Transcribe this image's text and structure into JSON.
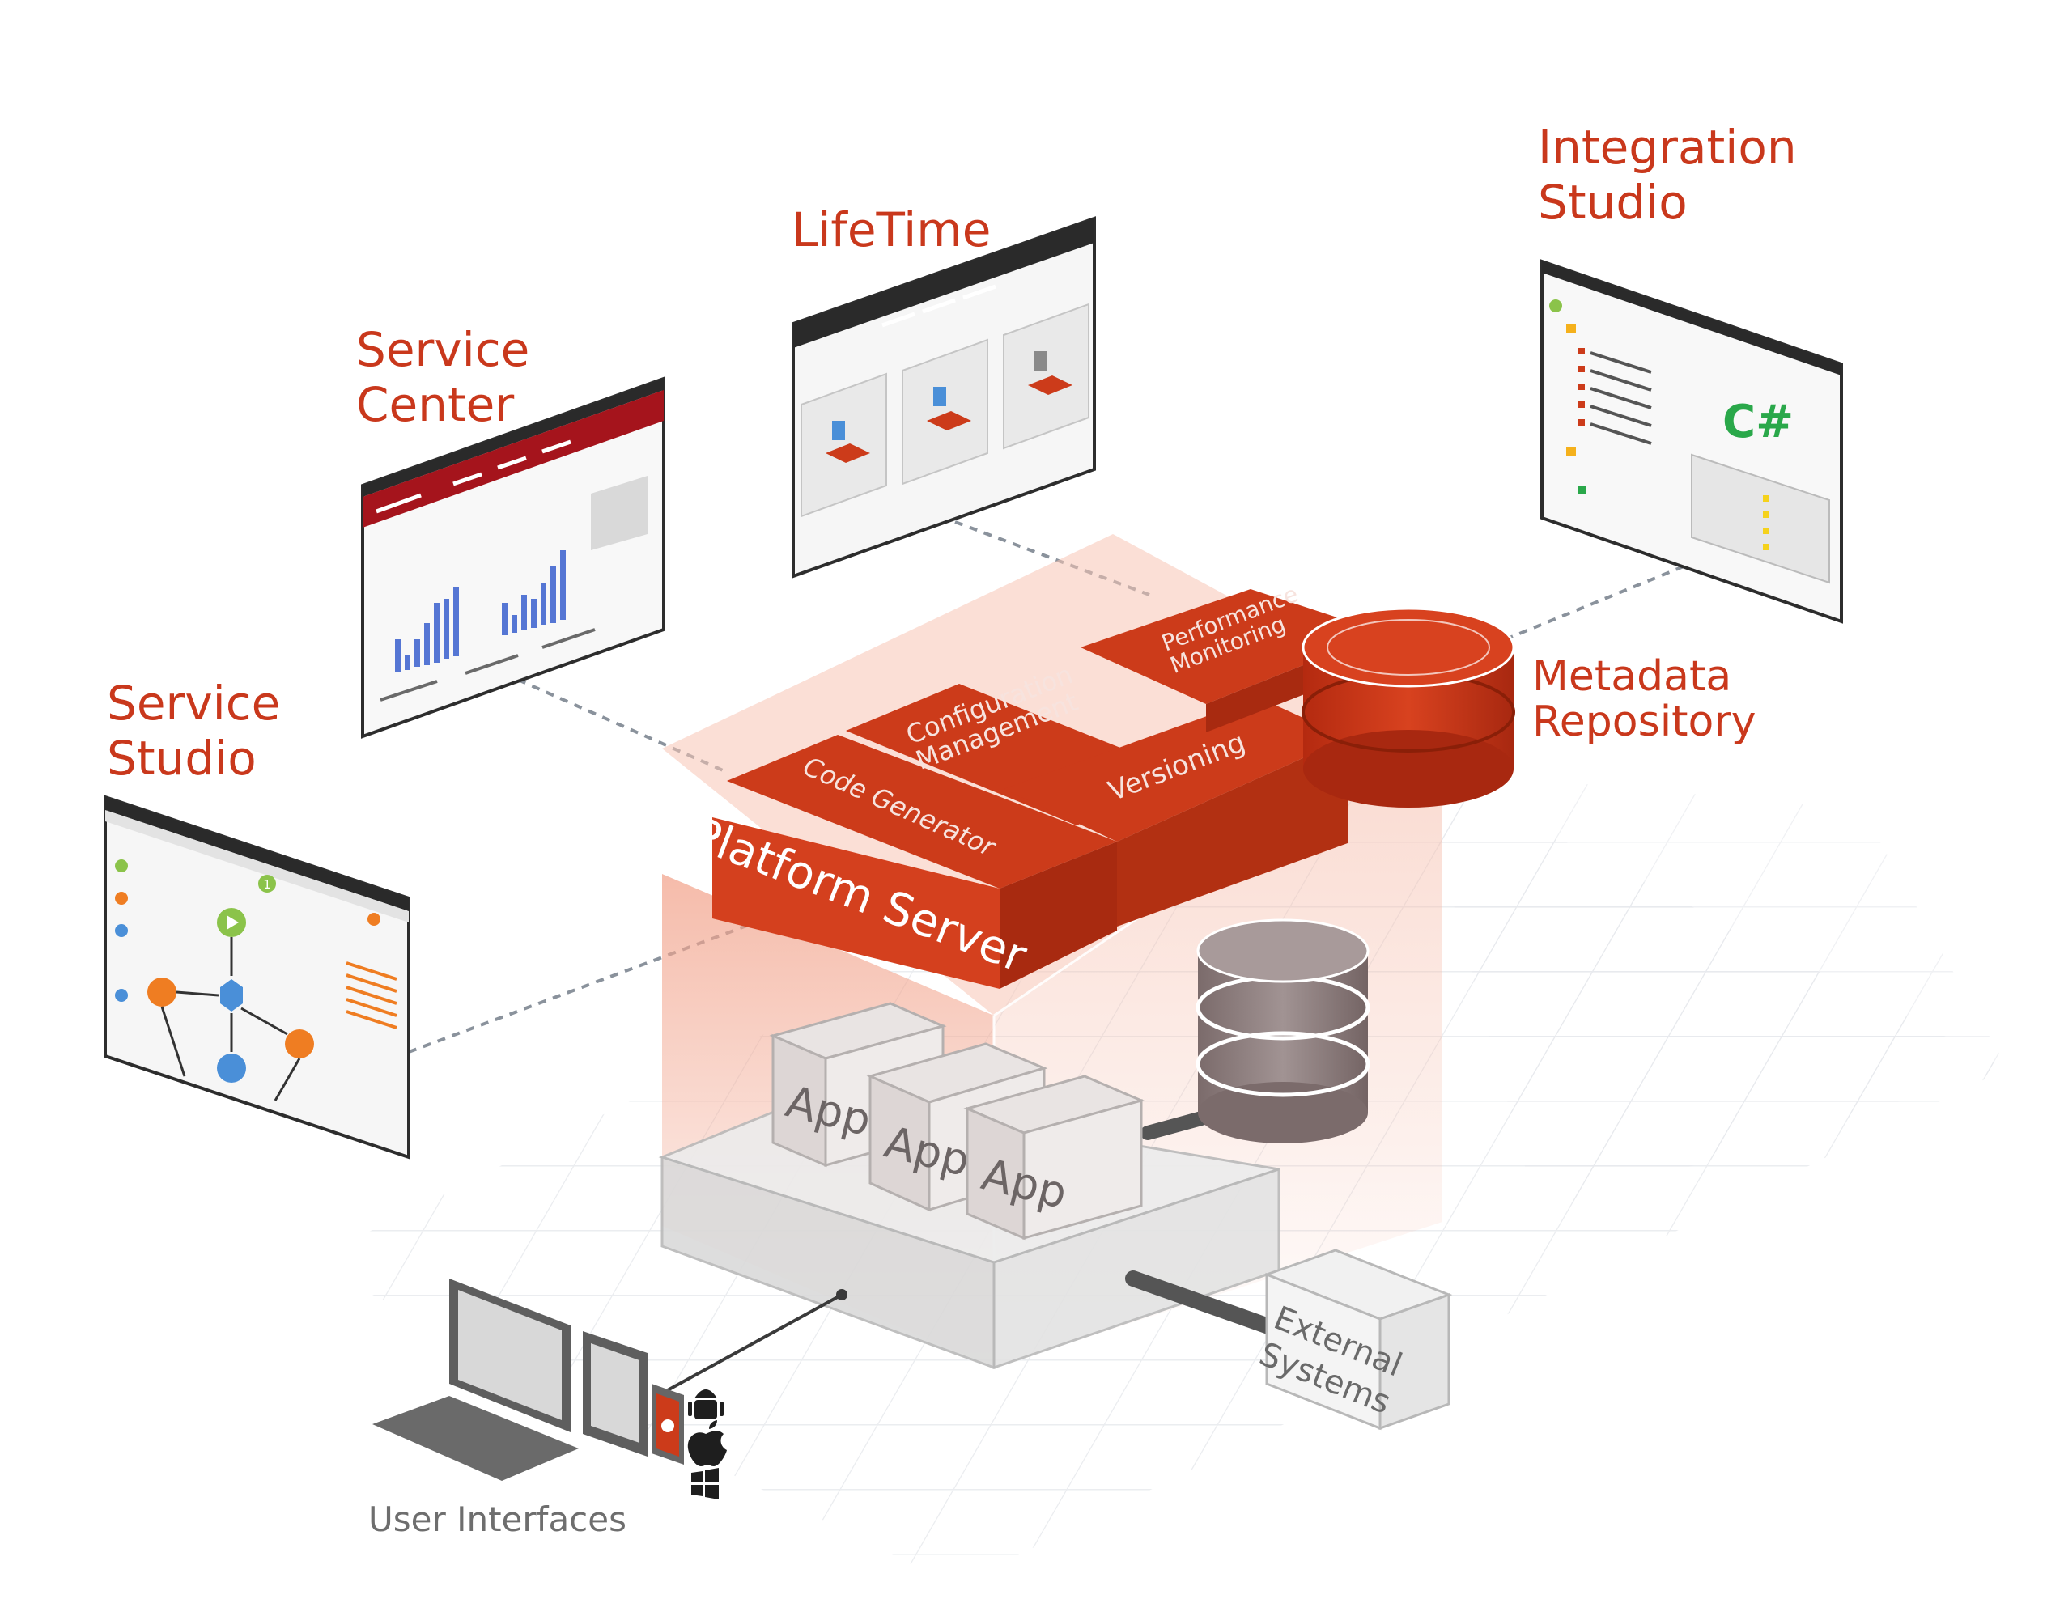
{
  "tools": {
    "service_studio": "Service\nStudio",
    "service_center": "Service\nCenter",
    "lifetime": "LifeTime",
    "integration_studio": "Integration\nStudio"
  },
  "platform": {
    "title": "Platform Server",
    "code_generator": "Code Generator",
    "configuration_management": "Configuration\nManagement",
    "performance_monitoring": "Performance\nMonitoring",
    "versioning": "Versioning",
    "app_label": "App"
  },
  "metadata_repository": "Metadata\nRepository",
  "external_systems": "External\nSystems",
  "user_interfaces": "User Interfaces",
  "integration_code_badge": "C#",
  "service_studio_badge": "1",
  "device_icons": [
    "laptop-icon",
    "tablet-icon",
    "phone-icon",
    "android-icon",
    "apple-icon",
    "windows-icon"
  ],
  "colors": {
    "brand_red": "#c9381c",
    "box_red": "#cc3b1a",
    "light_red": "#f4cbbf",
    "chart_blue": "#5576d4",
    "node_green": "#8bc34a",
    "node_orange": "#ef7d22",
    "node_blue": "#4a8fd8",
    "db_grey": "#8c7c7c"
  }
}
